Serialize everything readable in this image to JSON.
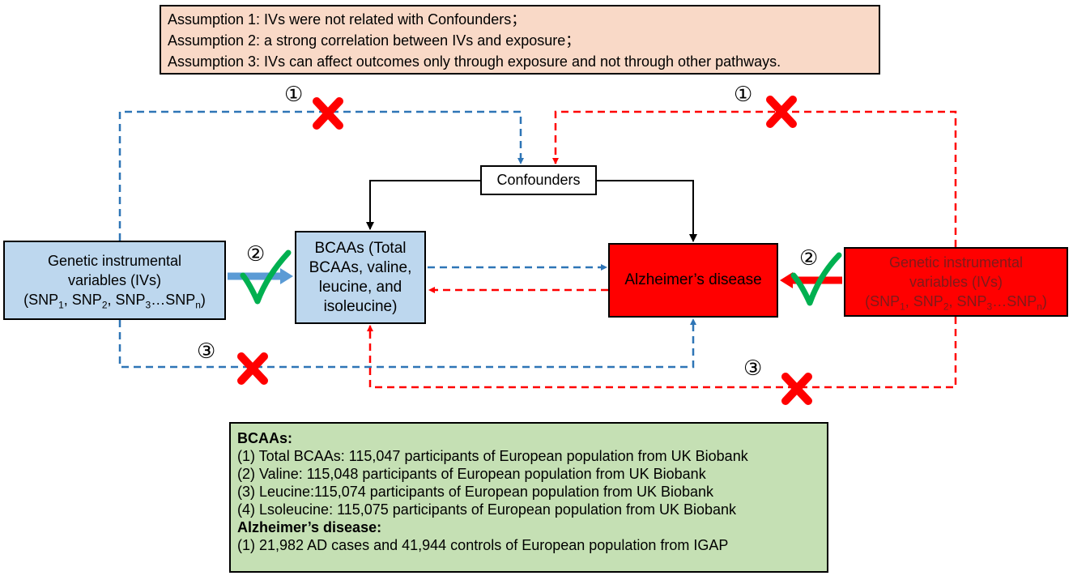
{
  "assumptions": [
    "Assumption 1: IVs were not related with Confounders；",
    "Assumption 2: a strong correlation between IVs and exposure；",
    "Assumption 3: IVs can affect outcomes only through exposure and not through other pathways."
  ],
  "nodes": {
    "confounders": "Confounders",
    "iv_left": {
      "line1": "Genetic instrumental",
      "line2": "variables (IVs)"
    },
    "iv_right": {
      "line1": "Genetic instrumental",
      "line2": "variables (IVs)"
    },
    "snp": {
      "open": "(SNP",
      "s1": "1",
      "s2": "2",
      "s3": "3",
      "sn": "n",
      "close": ")",
      "sep": ", SNP",
      "ellipsis": "…SNP"
    },
    "bcaa": {
      "line1": "BCAAs (Total",
      "line2": "BCAAs, valine,",
      "line3": "leucine, and",
      "line4": "isoleucine)"
    },
    "ad": "Alzheimer’s disease"
  },
  "markers": {
    "one": "①",
    "two": "②",
    "three": "③"
  },
  "colors": {
    "blue_box": "#bdd7ee",
    "red_box": "#ff0000",
    "blue_line": "#2e75b6",
    "red_line": "#ff0000",
    "check": "#00b050",
    "cross": "#ff0000",
    "assumption_bg": "#f9d9c7",
    "source_bg": "#c5e0b4"
  },
  "sources": {
    "bcaa_heading": "BCAAs:",
    "bcaa_items": [
      "(1) Total BCAAs: 115,047 participants of European population from UK Biobank",
      "(2) Valine: 115,048 participants of European population from UK Biobank",
      "(3) Leucine:115,074 participants of European population from UK Biobank",
      "(4) Lsoleucine: 115,075 participants of European population from UK Biobank"
    ],
    "ad_heading": "Alzheimer’s disease:",
    "ad_items": [
      "(1) 21,982 AD cases and 41,944 controls of European population from IGAP"
    ]
  },
  "icons": [
    "cross-icon",
    "check-icon"
  ]
}
